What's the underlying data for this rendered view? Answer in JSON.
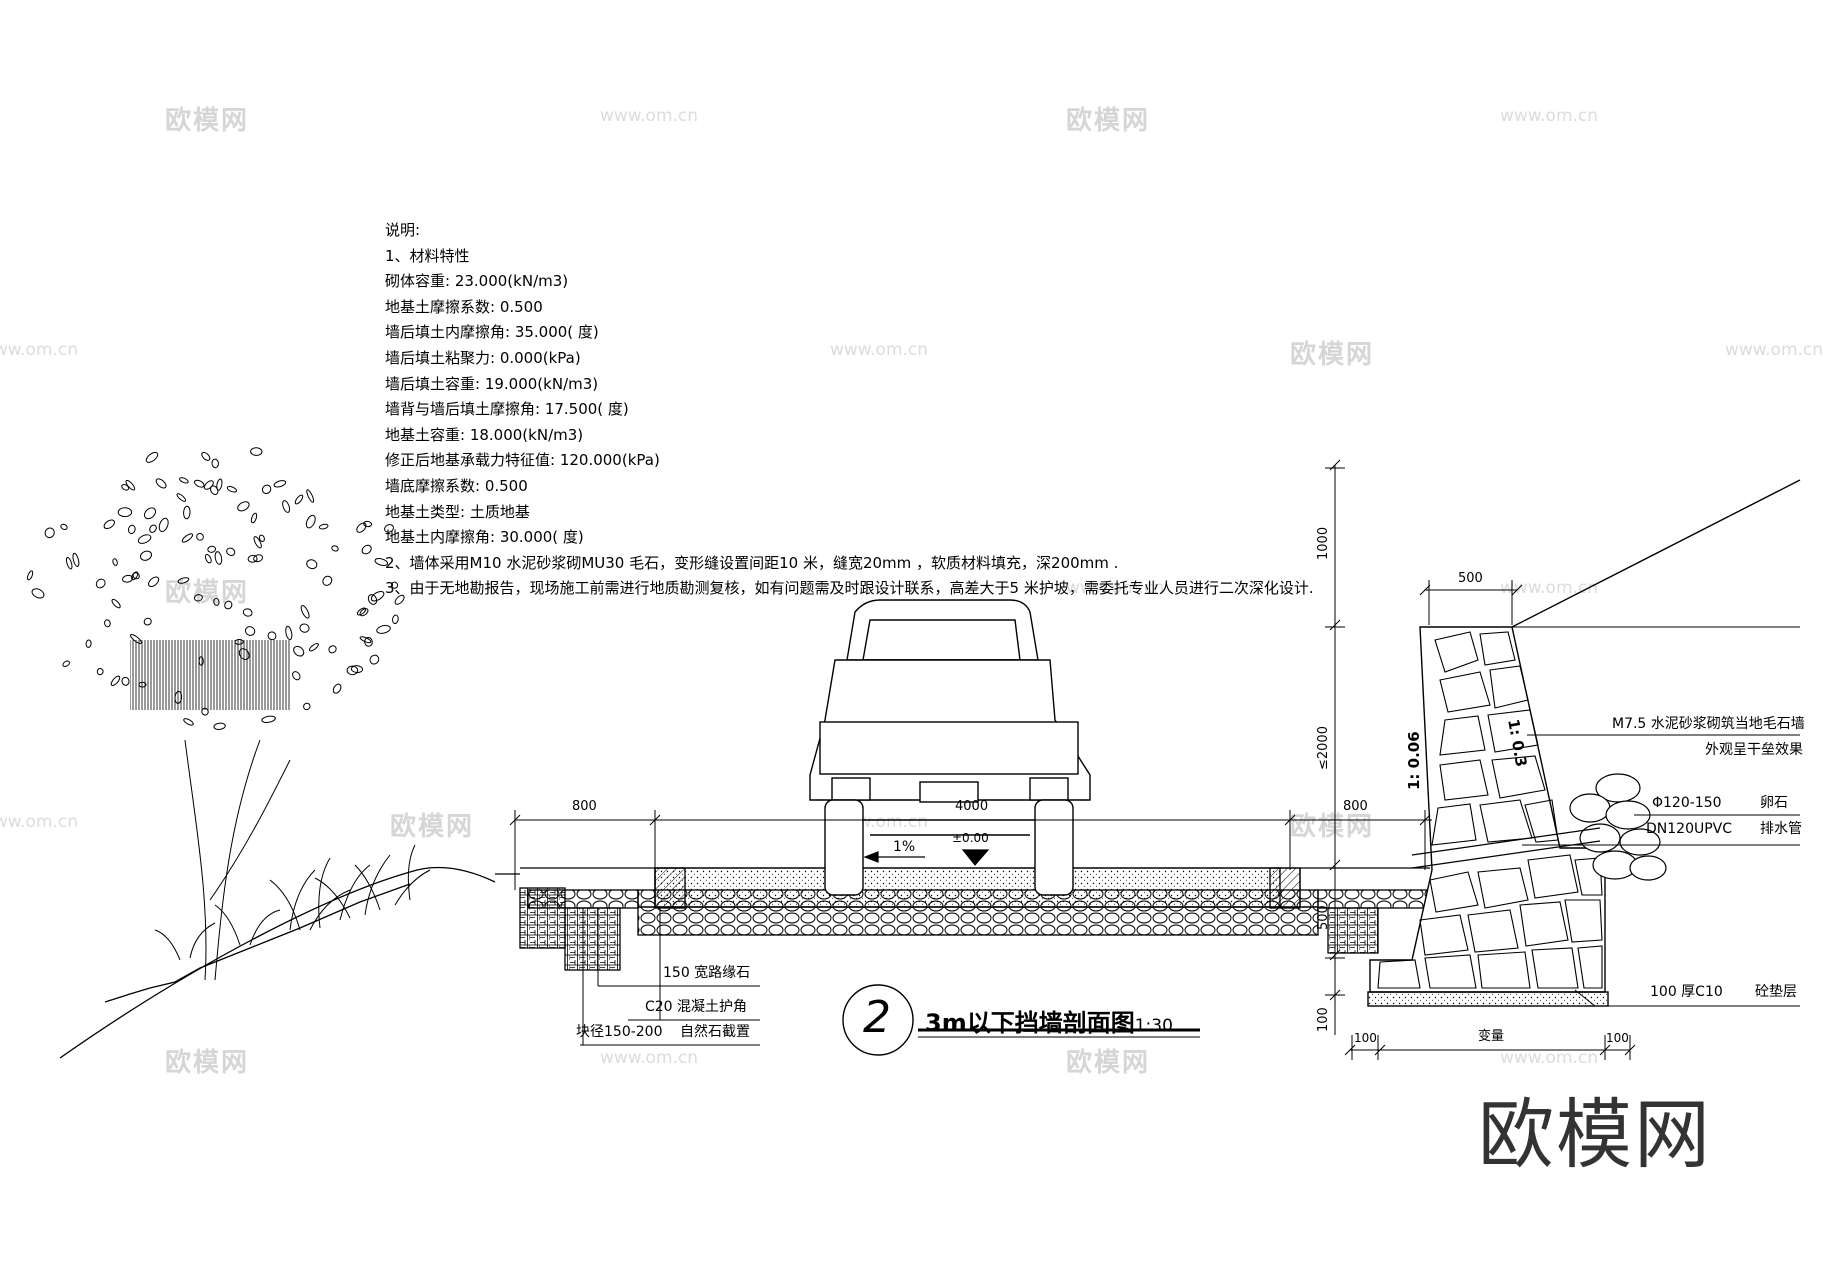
{
  "watermarks": {
    "logo_text": "欧模网",
    "url_text": "www.om.cn"
  },
  "notes": {
    "heading": "说明:",
    "lines": [
      "1、材料特性",
      "砌体容重: 23.000(kN/m3)",
      "地基土摩擦系数: 0.500",
      "墙后填土内摩擦角: 35.000(      度)",
      "墙后填土粘聚力: 0.000(kPa)",
      "墙后填土容重: 19.000(kN/m3)",
      "墙背与墙后填土摩擦角: 17.500(      度)",
      "地基土容重: 18.000(kN/m3)",
      "修正后地基承载力特征值: 120.000(kPa)",
      "墙底摩擦系数: 0.500",
      "地基土类型: 土质地基",
      "地基土内摩擦角: 30.000(      度)",
      "2、墙体采用M10  水泥砂浆砌MU30   毛石，变形缝设置间距10 米，缝宽20mm      ，软质材料填充，深200mm       .",
      "3、由于无地勘报告，现场施工前需进行地质勘测复核，如有问题需及时跟设计联系，高差大于5 米护坡，需委托专业人员进行二次深化设计."
    ]
  },
  "dimensions": {
    "d800_left": "800",
    "d4000": "4000",
    "d800_right": "800",
    "d500_top": "500",
    "d1000": "1000",
    "d2000": "≤2000",
    "d500_base": "500",
    "d100_v": "100",
    "d100_left": "100",
    "d_var": "变量",
    "d100_right": "100",
    "slope_road": "1%",
    "elevation": "±0.00",
    "slope_front": "1: 0.06",
    "slope_back": "1: 0.3"
  },
  "labels": {
    "curb": "150  宽路缘石",
    "concrete": "C20 混凝土护角",
    "stone_size": "块径150-200",
    "stone_natural": "自然石截置",
    "wall_mortar": "M7.5 水泥砂浆砌筑当地毛石墙",
    "wall_finish": "外观呈干垒效果",
    "pebble_size": "Φ120-150",
    "pebble": "卵石",
    "pipe_size": "DN120UPVC",
    "pipe": "排水管",
    "cushion_size": "100 厚C10",
    "cushion": "砼垫层"
  },
  "title": {
    "number": "2",
    "text": "3m以下挡墙剖面图",
    "scale": "1:30"
  },
  "brand": "欧模网"
}
